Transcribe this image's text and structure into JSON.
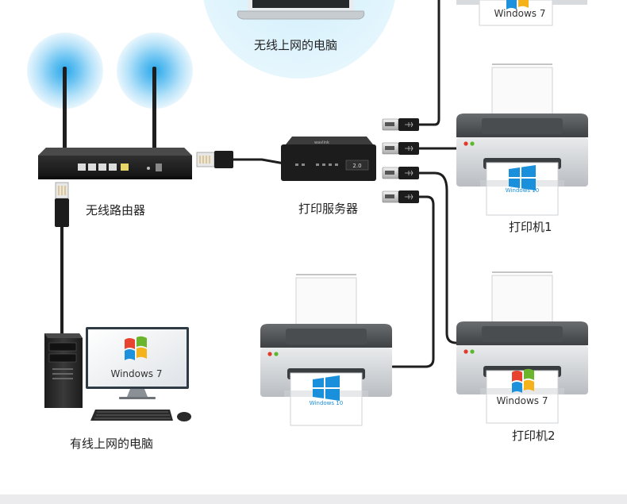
{
  "labels": {
    "wireless_pc": "无线上网的电脑",
    "wireless_router": "无线路由器",
    "print_server": "打印服务器",
    "printer_1": "打印机1",
    "printer_2": "打印机2",
    "wired_pc": "有线上网的电脑"
  },
  "os_labels": {
    "top_printer": "Windows 7",
    "printer_1_paper": "Windows 10",
    "middle_printer_paper": "Windows 10",
    "printer_2_paper": "Windows 7",
    "wired_pc_monitor": "Windows 7"
  },
  "server_brand": "wavlink",
  "server_usb_badge": "2.0",
  "colors": {
    "cable": "#1e1e1e",
    "glow": "#8fd3f7",
    "router_body": "#2a2a2a",
    "printer_body": "#d8dbde",
    "printer_dark": "#5a5d60",
    "win10_blue": "#1a8fdc",
    "bottom_bar": "#ebebed"
  }
}
